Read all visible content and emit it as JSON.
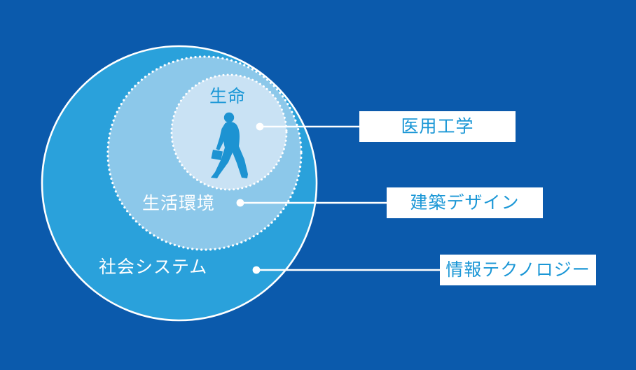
{
  "colors": {
    "background": "#0b5aac",
    "outer_fill": "#2aa1db",
    "middle_fill": "#8cc8ea",
    "inner_fill": "#c9e2f4",
    "stroke": "#ffffff",
    "accent_text": "#1b97d6",
    "person": "#1d93d2",
    "label_box_bg": "#ffffff"
  },
  "rings": {
    "inner": {
      "label": "生命"
    },
    "middle": {
      "label": "生活環境"
    },
    "outer": {
      "label": "社会システム"
    }
  },
  "callouts": [
    {
      "label": "医用工学"
    },
    {
      "label": "建築デザイン"
    },
    {
      "label": "情報テクノロジー"
    }
  ]
}
